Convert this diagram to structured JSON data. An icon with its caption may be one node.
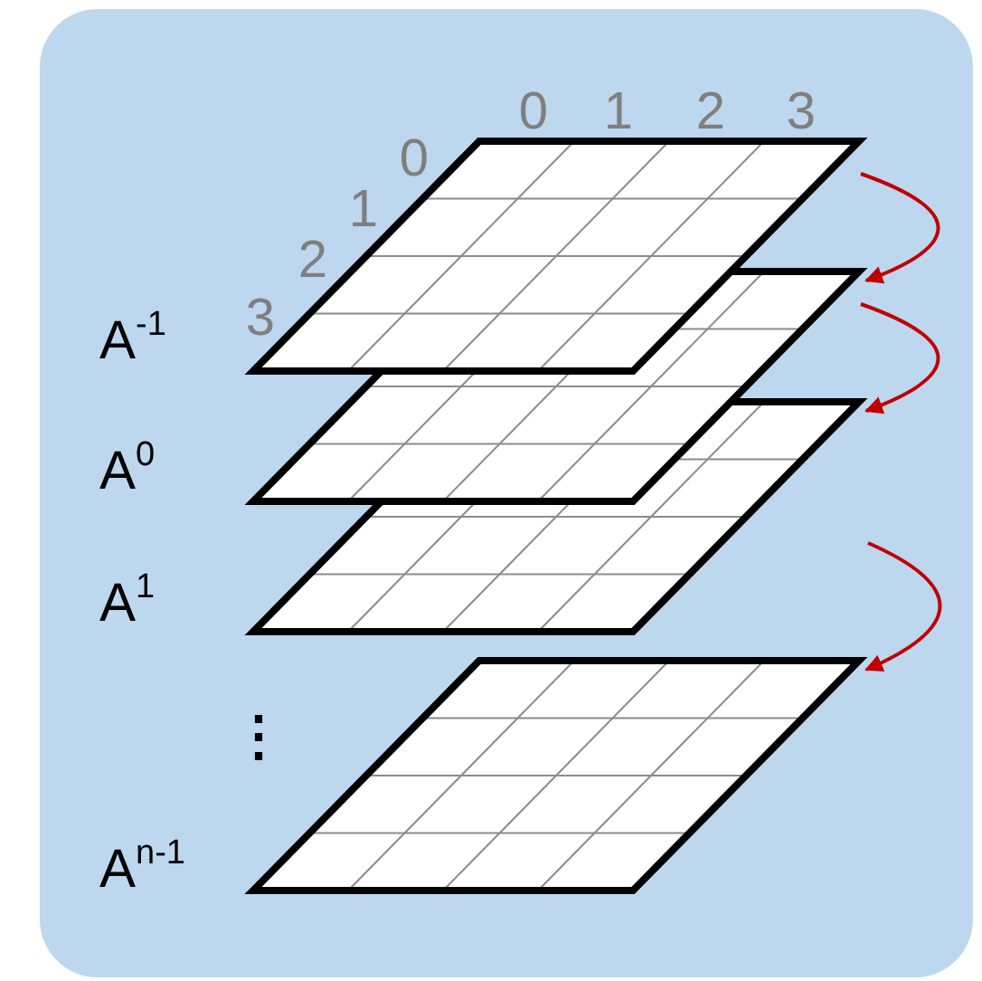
{
  "diagram": {
    "nodes": [
      {
        "text": [],
        "shape": "grid",
        "beside": [
          "A$^{-1}$"
        ]
      },
      {
        "text": [],
        "shape": "grid",
        "beside": [
          "A$^{0}$"
        ]
      },
      {
        "text": [],
        "shape": "grid",
        "beside": [
          "A$^{1}$"
        ]
      },
      {
        "text": [],
        "shape": "grid",
        "beside": [
          "A$^{n-1}$"
        ]
      }
    ],
    "edges": [
      {
        "from": 0,
        "to": 1,
        "arrow": "to"
      },
      {
        "from": 1,
        "to": 2,
        "arrow": "to"
      },
      {
        "from": null,
        "to": 3,
        "arrow": "to"
      }
    ],
    "labels": [
      "0",
      "1",
      "2",
      "3",
      "0",
      "1",
      "2",
      "3",
      "⋮"
    ]
  }
}
